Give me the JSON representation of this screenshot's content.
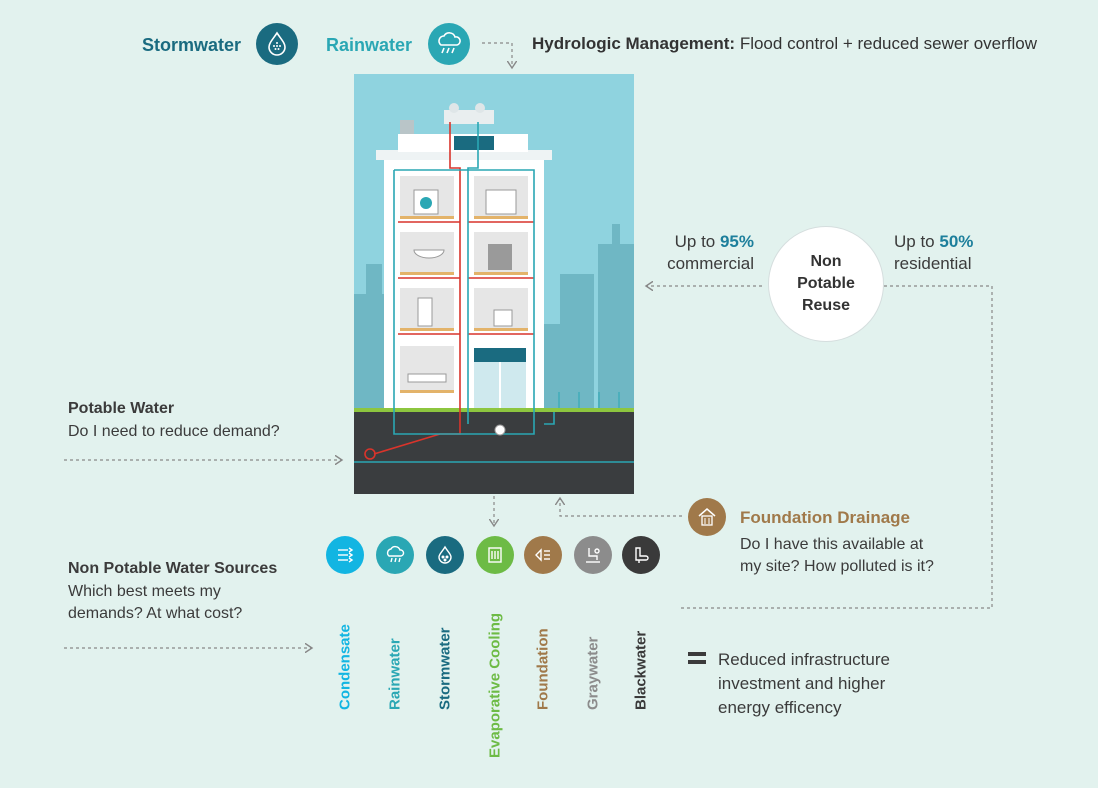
{
  "header": {
    "stormwater_label": "Stormwater",
    "rainwater_label": "Rainwater",
    "hydrologic_bold": "Hydrologic Management:",
    "hydrologic_rest": " Flood control + reduced sewer overflow"
  },
  "reuse": {
    "commercial_prefix": "Up to ",
    "commercial_pct": "95%",
    "commercial_label": "commercial",
    "residential_prefix": "Up to ",
    "residential_pct": "50%",
    "residential_label": "residential",
    "circle_line1": "Non",
    "circle_line2": "Potable",
    "circle_line3": "Reuse"
  },
  "potable": {
    "title": "Potable Water",
    "question": "Do I need to reduce demand?"
  },
  "foundation": {
    "title": "Foundation Drainage",
    "line1": "Do I have this available at",
    "line2": "my site? How polluted is it?"
  },
  "nonpotable": {
    "title": "Non Potable Water Sources",
    "line1": "Which best meets my",
    "line2": "demands? At what cost?"
  },
  "sources": [
    {
      "label": "Condensate",
      "icon": "condensate-icon",
      "color": "#12b5e2"
    },
    {
      "label": "Rainwater",
      "icon": "rainwater-icon",
      "color": "#2aa7b4"
    },
    {
      "label": "Stormwater",
      "icon": "stormwater-icon",
      "color": "#1a6b80"
    },
    {
      "label": "Evaporative Cooling",
      "icon": "evaporative-cooling-icon",
      "color": "#6dbb45"
    },
    {
      "label": "Foundation",
      "icon": "foundation-icon",
      "color": "#a0794a"
    },
    {
      "label": "Graywater",
      "icon": "graywater-icon",
      "color": "#8c8c8c"
    },
    {
      "label": "Blackwater",
      "icon": "blackwater-icon",
      "color": "#3a3a3a"
    }
  ],
  "result": {
    "line1": "Reduced infrastructure",
    "line2": "investment and higher",
    "line3": "energy efficency"
  },
  "colors": {
    "stormwater": "#1a6b80",
    "rainwater": "#2aa7b4",
    "foundation": "#a0794a",
    "sky": "#8fd3df",
    "ground": "#3a3d3f",
    "pipe_red": "#d9342b",
    "pipe_blue": "#2aa7b4"
  }
}
